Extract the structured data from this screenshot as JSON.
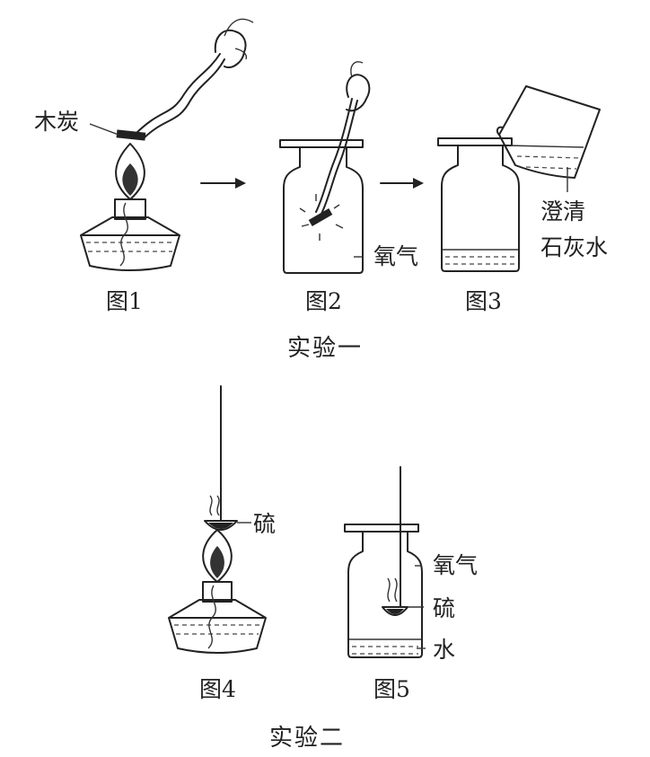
{
  "experiment1": {
    "title": "实验一",
    "fig1": {
      "caption": "图1",
      "label_charcoal": "木炭"
    },
    "fig2": {
      "caption": "图2",
      "label_oxygen": "氧气"
    },
    "fig3": {
      "caption": "图3",
      "label_limewater_line1": "澄清",
      "label_limewater_line2": "石灰水"
    }
  },
  "experiment2": {
    "title": "实验二",
    "fig4": {
      "caption": "图4",
      "label_sulfur": "硫"
    },
    "fig5": {
      "caption": "图5",
      "label_oxygen": "氧气",
      "label_sulfur": "硫",
      "label_water": "水"
    }
  }
}
